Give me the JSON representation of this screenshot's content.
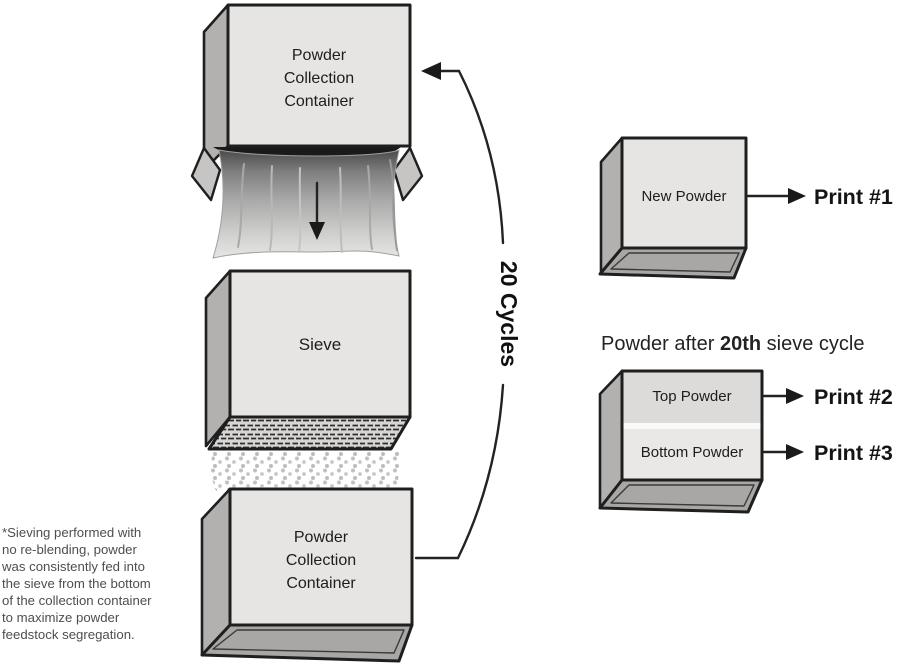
{
  "colors": {
    "background": "#ffffff",
    "box_face": "#e6e5e3",
    "box_side": "#b2b1af",
    "box_tray": "#a8a7a5",
    "outline": "#1f1f1f",
    "label_text": "#1d1d1d",
    "footnote_text": "#4e4e4e",
    "mesh_fill": "#d7d6d4",
    "powder_dots": "#c2c1bf"
  },
  "cycle_diagram": {
    "top_container": {
      "lines": [
        "Powder",
        "Collection",
        "Container"
      ]
    },
    "sieve": {
      "label": "Sieve"
    },
    "bottom_container": {
      "lines": [
        "Powder",
        "Collection",
        "Container"
      ]
    },
    "cycles_label": "20 Cycles"
  },
  "prints": {
    "new_powder": {
      "box_label": "New Powder",
      "print_label": "Print #1"
    },
    "caption": {
      "part1": "Powder after ",
      "part2_bold": "20th",
      "part3": " sieve cycle"
    },
    "sieved_box": {
      "top_label": "Top Powder",
      "bottom_label": "Bottom Powder",
      "top_print_label": "Print #2",
      "bottom_print_label": "Print #3"
    }
  },
  "footnote": {
    "lines": [
      "*Sieving performed with",
      "no re-blending, powder",
      "was consistently fed into",
      "the sieve from the bottom",
      "of the collection container",
      "to maximize powder",
      "feedstock segregation."
    ]
  }
}
